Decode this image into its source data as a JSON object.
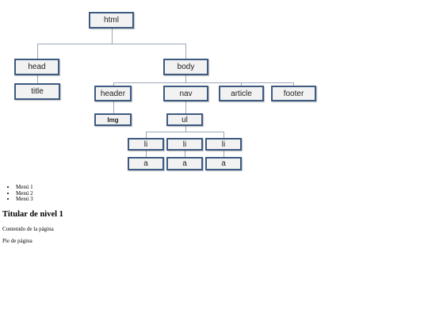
{
  "tree": {
    "html": "html",
    "head": "head",
    "body": "body",
    "title": "title",
    "header": "header",
    "nav": "nav",
    "article": "article",
    "footer": "footer",
    "img": "Img",
    "ul": "ul",
    "li": [
      "li",
      "li",
      "li"
    ],
    "a": [
      "a",
      "a",
      "a"
    ]
  },
  "page": {
    "menu": [
      "Menú 1",
      "Menú 2",
      "Menú 3"
    ],
    "heading": "Titular de nivel 1",
    "content": "Contenido de la página",
    "footer": "Pie de página"
  }
}
